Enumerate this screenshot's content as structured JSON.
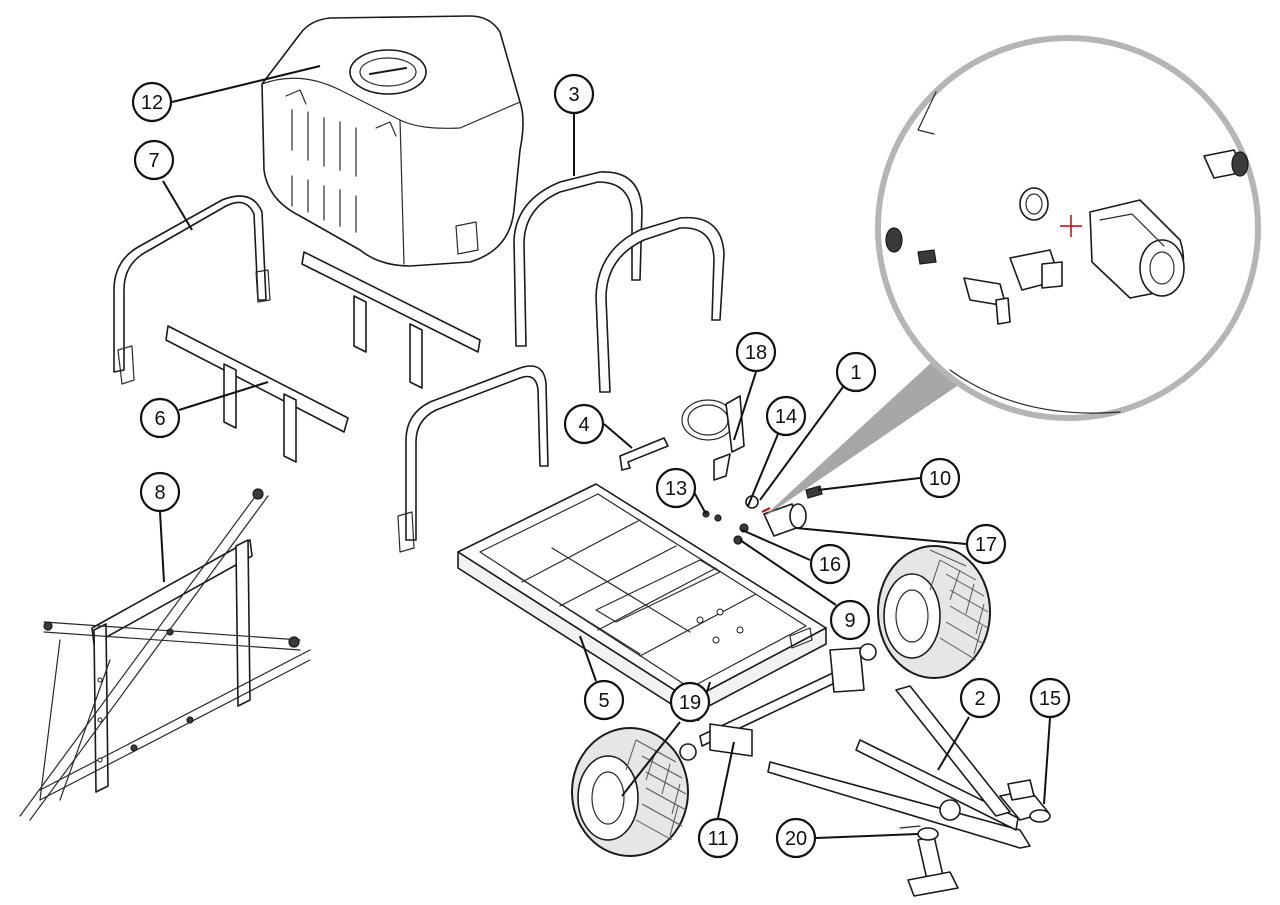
{
  "diagram": {
    "callouts": [
      {
        "id": "c12",
        "label": "12",
        "part": "tank"
      },
      {
        "id": "c3",
        "label": "3",
        "part": "tank-strap"
      },
      {
        "id": "c7",
        "label": "7",
        "part": "roll-bar"
      },
      {
        "id": "c6",
        "label": "6",
        "part": "boom-mount-bracket"
      },
      {
        "id": "c18",
        "label": "18",
        "part": "hose-reel-valve"
      },
      {
        "id": "c1",
        "label": "1",
        "part": "pressure-gauge"
      },
      {
        "id": "c14",
        "label": "14",
        "part": "fitting"
      },
      {
        "id": "c4",
        "label": "4",
        "part": "bracket"
      },
      {
        "id": "c13",
        "label": "13",
        "part": "washer"
      },
      {
        "id": "c10",
        "label": "10",
        "part": "elbow-fitting"
      },
      {
        "id": "c8",
        "label": "8",
        "part": "boom"
      },
      {
        "id": "c17",
        "label": "17",
        "part": "pump"
      },
      {
        "id": "c16",
        "label": "16",
        "part": "valve"
      },
      {
        "id": "c9",
        "label": "9",
        "part": "manifold"
      },
      {
        "id": "c5",
        "label": "5",
        "part": "frame"
      },
      {
        "id": "c2",
        "label": "2",
        "part": "tongue"
      },
      {
        "id": "c15",
        "label": "15",
        "part": "hitch-coupler"
      },
      {
        "id": "c19",
        "label": "19",
        "part": "wheel"
      },
      {
        "id": "c11",
        "label": "11",
        "part": "axle"
      },
      {
        "id": "c20",
        "label": "20",
        "part": "jack-stand"
      }
    ],
    "icons": [
      "detail-magnifier-icon"
    ]
  }
}
